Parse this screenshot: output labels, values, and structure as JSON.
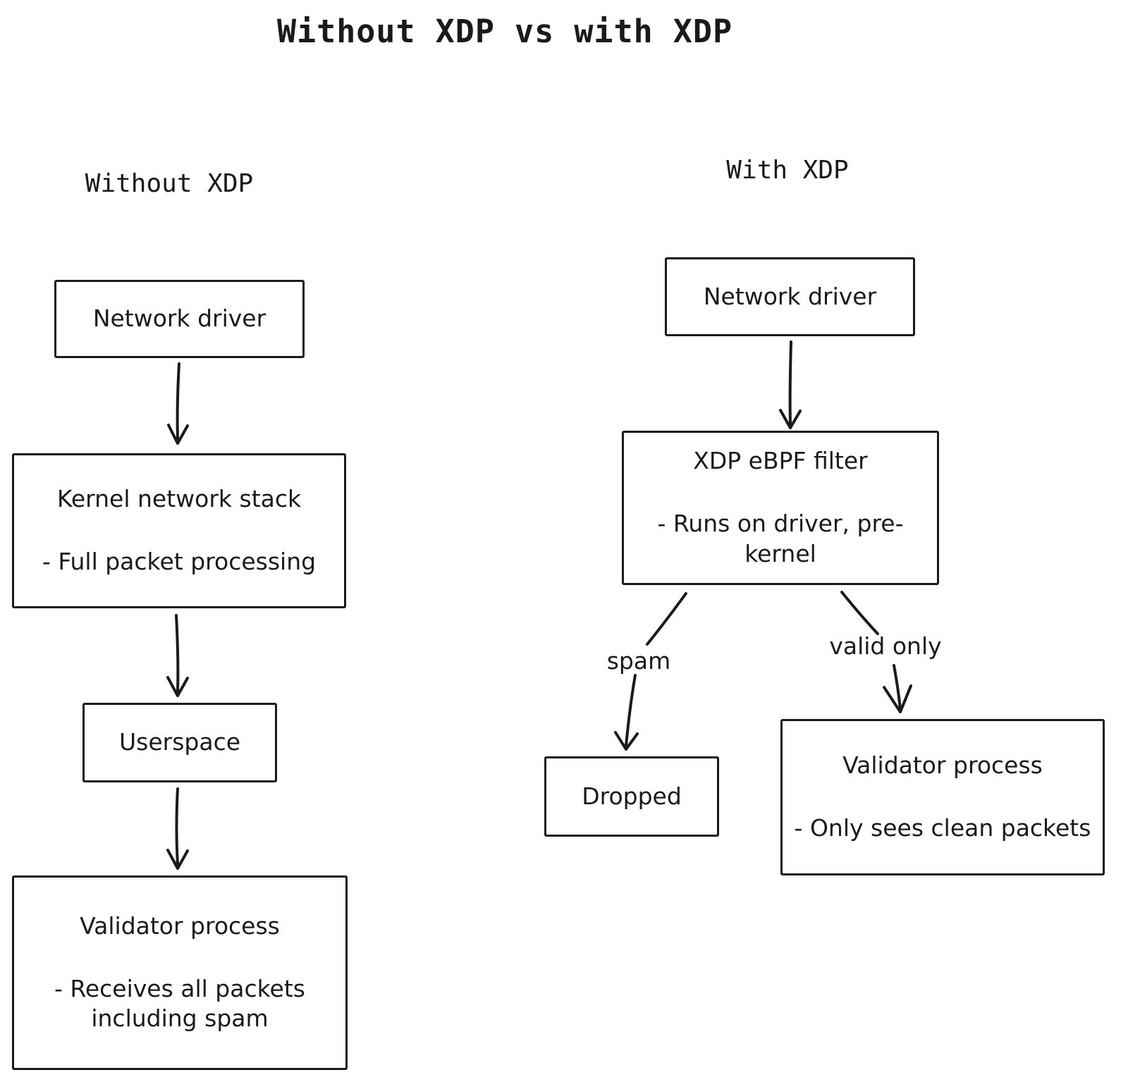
{
  "title": "Without XDP vs with XDP",
  "columns": {
    "left": {
      "header": "Without XDP"
    },
    "right": {
      "header": "With XDP"
    }
  },
  "nodes": {
    "left_network_driver": {
      "title": "Network driver"
    },
    "left_kernel_stack": {
      "title": "Kernel network stack",
      "bullet": "- Full packet processing"
    },
    "left_userspace": {
      "title": "Userspace"
    },
    "left_validator": {
      "title": "Validator process",
      "bullet": "- Receives all packets including spam"
    },
    "right_network_driver": {
      "title": "Network driver"
    },
    "right_xdp_filter": {
      "title": "XDP eBPF filter",
      "bullet": "- Runs on driver, pre-kernel"
    },
    "right_dropped": {
      "title": "Dropped"
    },
    "right_validator": {
      "title": "Validator process",
      "bullet": "- Only sees clean packets"
    }
  },
  "edge_labels": {
    "spam": "spam",
    "valid_only": "valid only"
  },
  "colors": {
    "stroke": "#1a1a1a",
    "background": "#ffffff"
  }
}
